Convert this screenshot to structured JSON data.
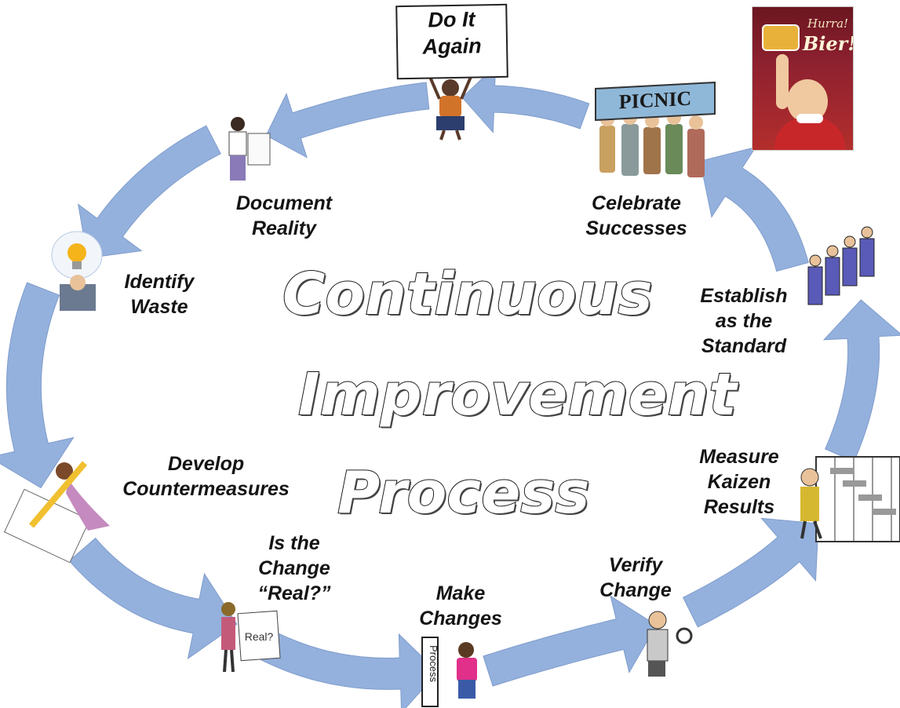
{
  "title_lines": [
    "Continuous",
    "Improvement",
    "Process"
  ],
  "steps": {
    "do_it_again": [
      "Do It",
      "Again"
    ],
    "document_reality": [
      "Document",
      "Reality"
    ],
    "identify_waste": [
      "Identify",
      "Waste"
    ],
    "develop_countermeasures": [
      "Develop",
      "Countermeasures"
    ],
    "is_change_real": [
      "Is the",
      "Change",
      "“Real?”"
    ],
    "make_changes": [
      "Make",
      "Changes"
    ],
    "verify_change": [
      "Verify",
      "Change"
    ],
    "measure_results": [
      "Measure",
      "Kaizen",
      "Results"
    ],
    "establish_standard": [
      "Establish",
      "as the",
      "Standard"
    ],
    "celebrate_successes": [
      "Celebrate",
      "Successes"
    ]
  },
  "props": {
    "picnic_banner": "PICNIC",
    "real_sign": "Real?",
    "process_sign": "Process",
    "poster_script": "Hurra!",
    "poster_word": "Bier!"
  },
  "colors": {
    "arrow": "#94b1dd",
    "arrow_edge": "#7f9ccc"
  }
}
